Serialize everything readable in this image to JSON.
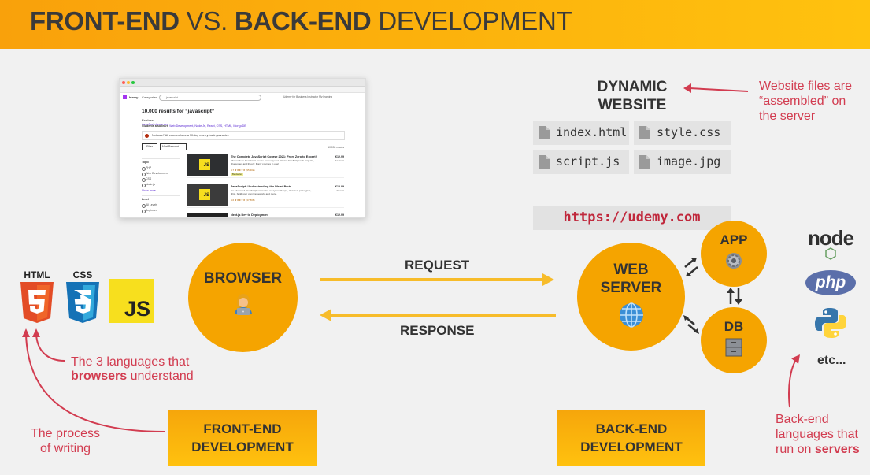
{
  "header": {
    "front": "FRONT-END",
    "vs": "VS.",
    "back": "BACK-END",
    "dev": "DEVELOPMENT"
  },
  "screenshot": {
    "logo": "Udemy",
    "categories": "Categories",
    "search_value": "javascript",
    "nav_links": "Udemy for Business   Instructor   My learning",
    "heading": "10,000 results for “javascript”",
    "explore_prefix": "Explore",
    "explore_link": "JavaScript courses",
    "also_prefix": "Students also learn",
    "also_links": "Web Development, Node.Js, React, CSS, HTML, MongoDB",
    "notice": "Not sure? All courses have a 30-day money-back guarantee",
    "filter": "Filter",
    "sort": "Most Relevant",
    "results": "10,000 results",
    "sidebar": {
      "topic": "Topic",
      "topics": [
        "PHP",
        "Web Development",
        "CSS",
        "Node.js"
      ],
      "show_more": "Show more",
      "level": "Level",
      "levels": [
        "All Levels",
        "Beginner"
      ]
    },
    "courses": [
      {
        "title": "The Complete JavaScript Course 2021: From Zero to Expert!",
        "desc": "The modern JavaScript course for everyone! Master JavaScript with projects, challenges and theory. Many courses in one!",
        "price": "€12.99",
        "old_price": "€129.99",
        "stars": "4.7 ★★★★★ (95,402)",
        "badge": "Bestseller"
      },
      {
        "title": "JavaScript: Understanding the Weird Parts",
        "desc": "An advanced JavaScript course for everyone! Scope, closures, prototypes, 'this', build your own framework, and more.",
        "price": "€12.99",
        "old_price": "€94.99",
        "stars": "4.6 ★★★★★ (37,806)",
        "badge": ""
      },
      {
        "title": "Next.js Dev to Deployment",
        "desc": "",
        "price": "€12.99",
        "old_price": "",
        "stars": "",
        "badge": ""
      }
    ]
  },
  "dynamic": {
    "title_line1": "DYNAMIC",
    "title_line2": "WEBSITE",
    "files": [
      "index.html",
      "style.css",
      "script.js",
      "image.jpg"
    ],
    "note_line1": "Website files are",
    "note_line2": "“assembled” on",
    "note_line3": "the server"
  },
  "url": "https://udemy.com",
  "front_langs": {
    "html_label": "HTML",
    "css_label": "CSS",
    "js_label": "JS"
  },
  "browser": {
    "label": "BROWSER"
  },
  "arrows": {
    "request": "REQUEST",
    "response": "RESPONSE"
  },
  "server": {
    "web_line1": "WEB",
    "web_line2": "SERVER",
    "app": "APP",
    "db": "DB"
  },
  "back_langs": {
    "node": "node",
    "php": "php",
    "etc": "etc..."
  },
  "notes": {
    "three_line1": "The 3 languages that",
    "three_bold": "browsers",
    "three_rest": " understand",
    "process_line1": "The process",
    "process_line2": "of writing",
    "backend_line1": "Back-end",
    "backend_line2": "languages that",
    "backend_prefix": "run on ",
    "backend_bold": "servers"
  },
  "boxes": {
    "front_line1": "FRONT-END",
    "front_line2": "DEVELOPMENT",
    "back_line1": "BACK-END",
    "back_line2": "DEVELOPMENT"
  },
  "colors": {
    "orange": "#f5a400",
    "note_red": "#d23c50",
    "arrow_yellow": "#f7bc2a",
    "url_red": "#c0283c"
  }
}
